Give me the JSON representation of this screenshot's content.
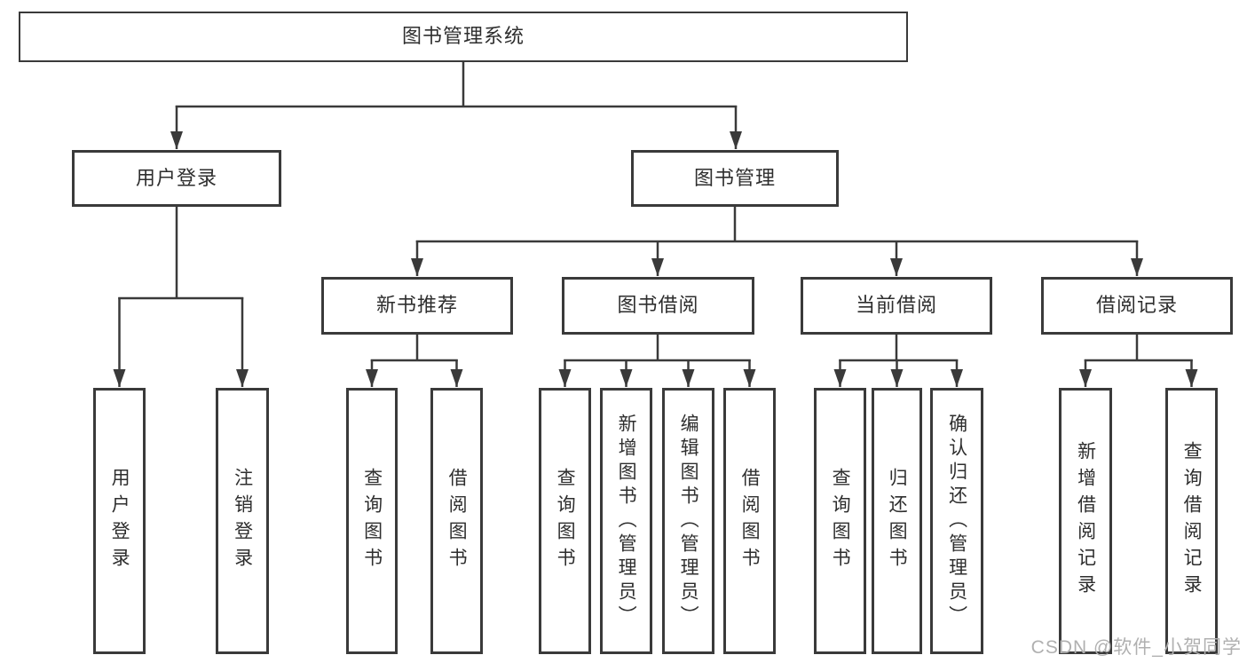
{
  "diagram": {
    "title": "图书管理系统",
    "root": {
      "label": "图书管理系统"
    },
    "level2": [
      {
        "label": "用户登录"
      },
      {
        "label": "图书管理"
      }
    ],
    "level3": [
      {
        "label": "新书推荐",
        "parent": "图书管理"
      },
      {
        "label": "图书借阅",
        "parent": "图书管理"
      },
      {
        "label": "当前借阅",
        "parent": "图书管理"
      },
      {
        "label": "借阅记录",
        "parent": "图书管理"
      }
    ],
    "leaves": [
      {
        "label": "用户登录",
        "parent": "用户登录"
      },
      {
        "label": "注销登录",
        "parent": "用户登录"
      },
      {
        "label": "查询图书",
        "parent": "新书推荐"
      },
      {
        "label": "借阅图书",
        "parent": "新书推荐"
      },
      {
        "label": "查询图书",
        "parent": "图书借阅"
      },
      {
        "label": "新增图书（管理员）",
        "parent": "图书借阅"
      },
      {
        "label": "编辑图书（管理员）",
        "parent": "图书借阅"
      },
      {
        "label": "借阅图书",
        "parent": "图书借阅"
      },
      {
        "label": "查询图书",
        "parent": "当前借阅"
      },
      {
        "label": "归还图书",
        "parent": "当前借阅"
      },
      {
        "label": "确认归还（管理员）",
        "parent": "当前借阅"
      },
      {
        "label": "新增借阅记录",
        "parent": "借阅记录"
      },
      {
        "label": "查询借阅记录",
        "parent": "借阅记录"
      }
    ]
  },
  "watermark": {
    "text": "CSDN @软件_小贺同学",
    "color": "#b0b0b0"
  },
  "colors": {
    "line": "#3a3a3a",
    "box_border": "#3a3a3a",
    "text": "#2e2e2e",
    "background": "#ffffff"
  }
}
